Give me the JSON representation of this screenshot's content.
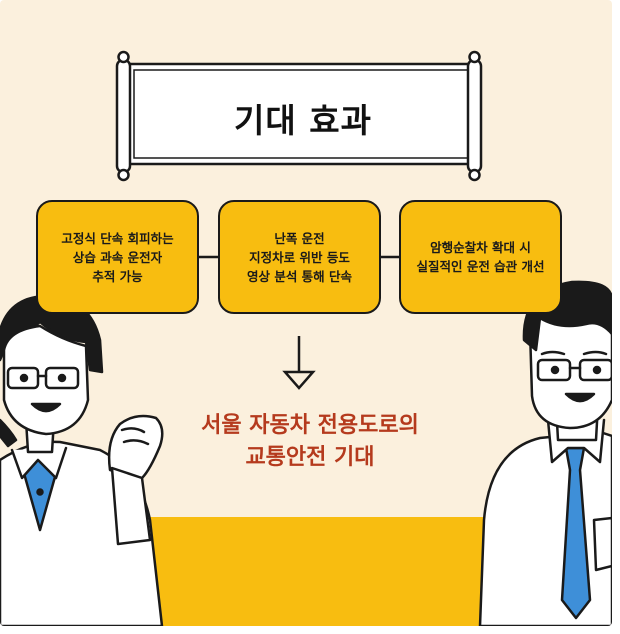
{
  "title": "기대 효과",
  "boxes": [
    {
      "lines": [
        "고정식 단속 회피하는",
        "상습 과속 운전자",
        "추적 가능"
      ]
    },
    {
      "lines": [
        "난폭 운전",
        "지정차로 위반 등도",
        "영상 분석 통해 단속"
      ]
    },
    {
      "lines": [
        "암행순찰차 확대 시",
        "실질적인 운전 습관 개선"
      ]
    }
  ],
  "result": {
    "lines": [
      "서울 자동차 전용도로의",
      "교통안전 기대"
    ]
  },
  "colors": {
    "background": "#fbf0dd",
    "box": "#f8bd10",
    "result_text": "#b53a1d",
    "outline": "#1a1a1a"
  }
}
